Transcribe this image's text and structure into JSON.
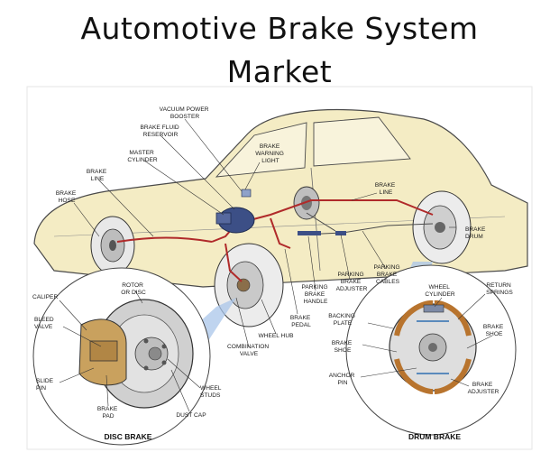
{
  "title": {
    "line1": "Automotive Brake System",
    "line2": "Market"
  },
  "labels": {
    "vacuum_power_booster": [
      "VACUUM POWER",
      "BOOSTER"
    ],
    "brake_fluid_reservoir": [
      "BRAKE FLUID",
      "RESERVOIR"
    ],
    "master_cylinder": [
      "MASTER",
      "CYLINDER"
    ],
    "brake_warning_light": [
      "BRAKE",
      "WARNING",
      "LIGHT"
    ],
    "brake_line_left": [
      "BRAKE",
      "LINE"
    ],
    "brake_hose": [
      "BRAKE",
      "HOSE"
    ],
    "brake_line_right": [
      "BRAKE",
      "LINE"
    ],
    "brake_drum": [
      "BRAKE",
      "DRUM"
    ],
    "parking_brake_cables": [
      "PARKING",
      "BRAKE",
      "CABLES"
    ],
    "parking_brake_adjuster": [
      "PARKING",
      "BRAKE",
      "ADJUSTER"
    ],
    "parking_brake_handle": [
      "PARKING",
      "BRAKE",
      "HANDLE"
    ],
    "brake_pedal": [
      "BRAKE",
      "PEDAL"
    ],
    "wheel_hub": [
      "WHEEL HUB"
    ],
    "combination_valve": [
      "COMBINATION",
      "VALVE"
    ],
    "rotor_or_disc": [
      "ROTOR",
      "OR DISC"
    ],
    "caliper": [
      "CALIPER"
    ],
    "bleed_valve": [
      "BLEED",
      "VALVE"
    ],
    "slide_pin": [
      "SLIDE",
      "PIN"
    ],
    "brake_pad": [
      "BRAKE",
      "PAD"
    ],
    "dust_cap": [
      "DUST CAP"
    ],
    "wheel_studs": [
      "WHEEL",
      "STUDS"
    ],
    "wheel_cylinder": [
      "WHEEL",
      "CYLINDER"
    ],
    "return_springs": [
      "RETURN",
      "SPRINGS"
    ],
    "backing_plate": [
      "BACKING",
      "PLATE"
    ],
    "brake_shoe_left": [
      "BRAKE",
      "SHOE"
    ],
    "brake_shoe_right": [
      "BRAKE",
      "SHOE"
    ],
    "anchor_pin": [
      "ANCHOR",
      "PIN"
    ],
    "brake_adjuster": [
      "BRAKE",
      "ADJUSTER"
    ]
  },
  "captions": {
    "disc": "DISC BRAKE",
    "drum": "DRUM BRAKE"
  },
  "colors": {
    "car_body": "#f4ecc4",
    "car_outline": "#4a4a4a",
    "brake_line": "#b02a2a",
    "booster": "#3c4f86",
    "rotor": "#d0d0d0",
    "drum_shoe": "#b8742e",
    "highlight": "#aac6ea"
  }
}
